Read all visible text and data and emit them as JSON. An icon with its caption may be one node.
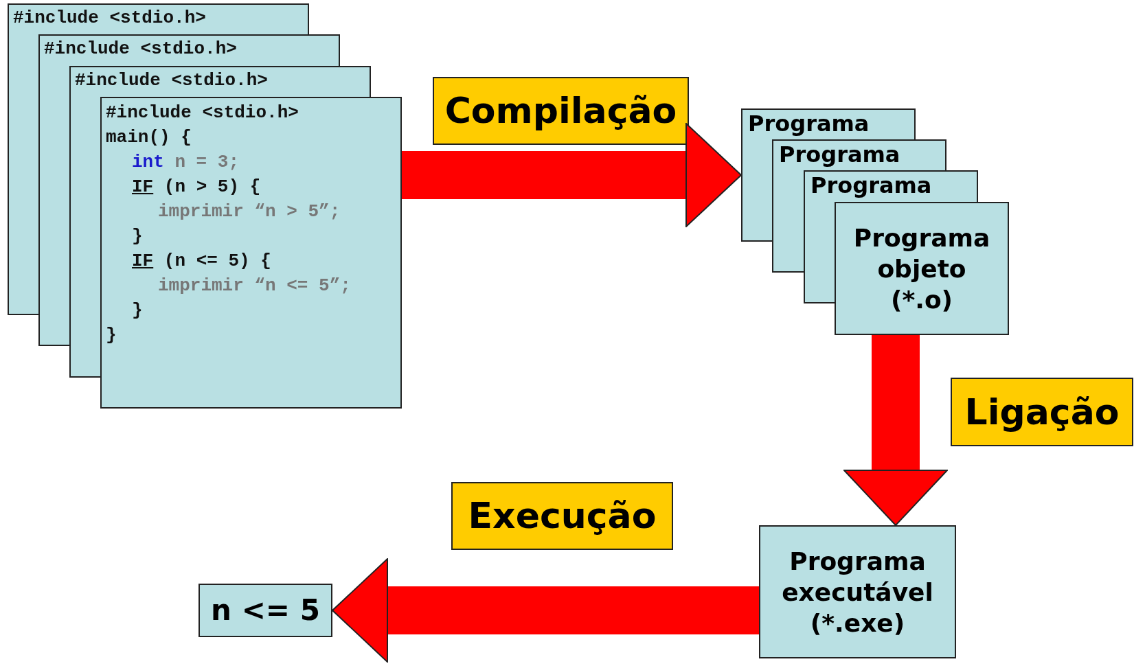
{
  "diagram": {
    "nodes": [
      {
        "text": [
          "#include <stdio.h>"
        ]
      },
      {
        "text": [
          "#include <stdio.h>"
        ]
      },
      {
        "text": [
          "#include <stdio.h>"
        ]
      },
      {
        "text": [
          "#include <stdio.h>",
          "main() {",
          "int n = 3;",
          "IF (n > 5) {",
          "imprimir “n > 5”;",
          "}",
          "IF (n <= 5) {",
          "imprimir “n <= 5”;",
          "}",
          "}"
        ]
      },
      {
        "text": [
          "Compilação"
        ]
      },
      {
        "text": [
          "Programa"
        ]
      },
      {
        "text": [
          "Programa"
        ]
      },
      {
        "text": [
          "Programa"
        ]
      },
      {
        "text": [
          "Programa objeto (*.o)"
        ]
      },
      {
        "text": [
          "Ligação"
        ]
      },
      {
        "text": [
          "Programa executável (*.exe)"
        ]
      },
      {
        "text": [
          "Execução"
        ]
      },
      {
        "text": [
          "n <= 5"
        ]
      }
    ],
    "edges": [
      {
        "from": 3,
        "to": 5,
        "arrow": "to"
      },
      {
        "from": 8,
        "to": 10,
        "arrow": "to"
      },
      {
        "from": 10,
        "to": 12,
        "arrow": "to"
      }
    ]
  }
}
